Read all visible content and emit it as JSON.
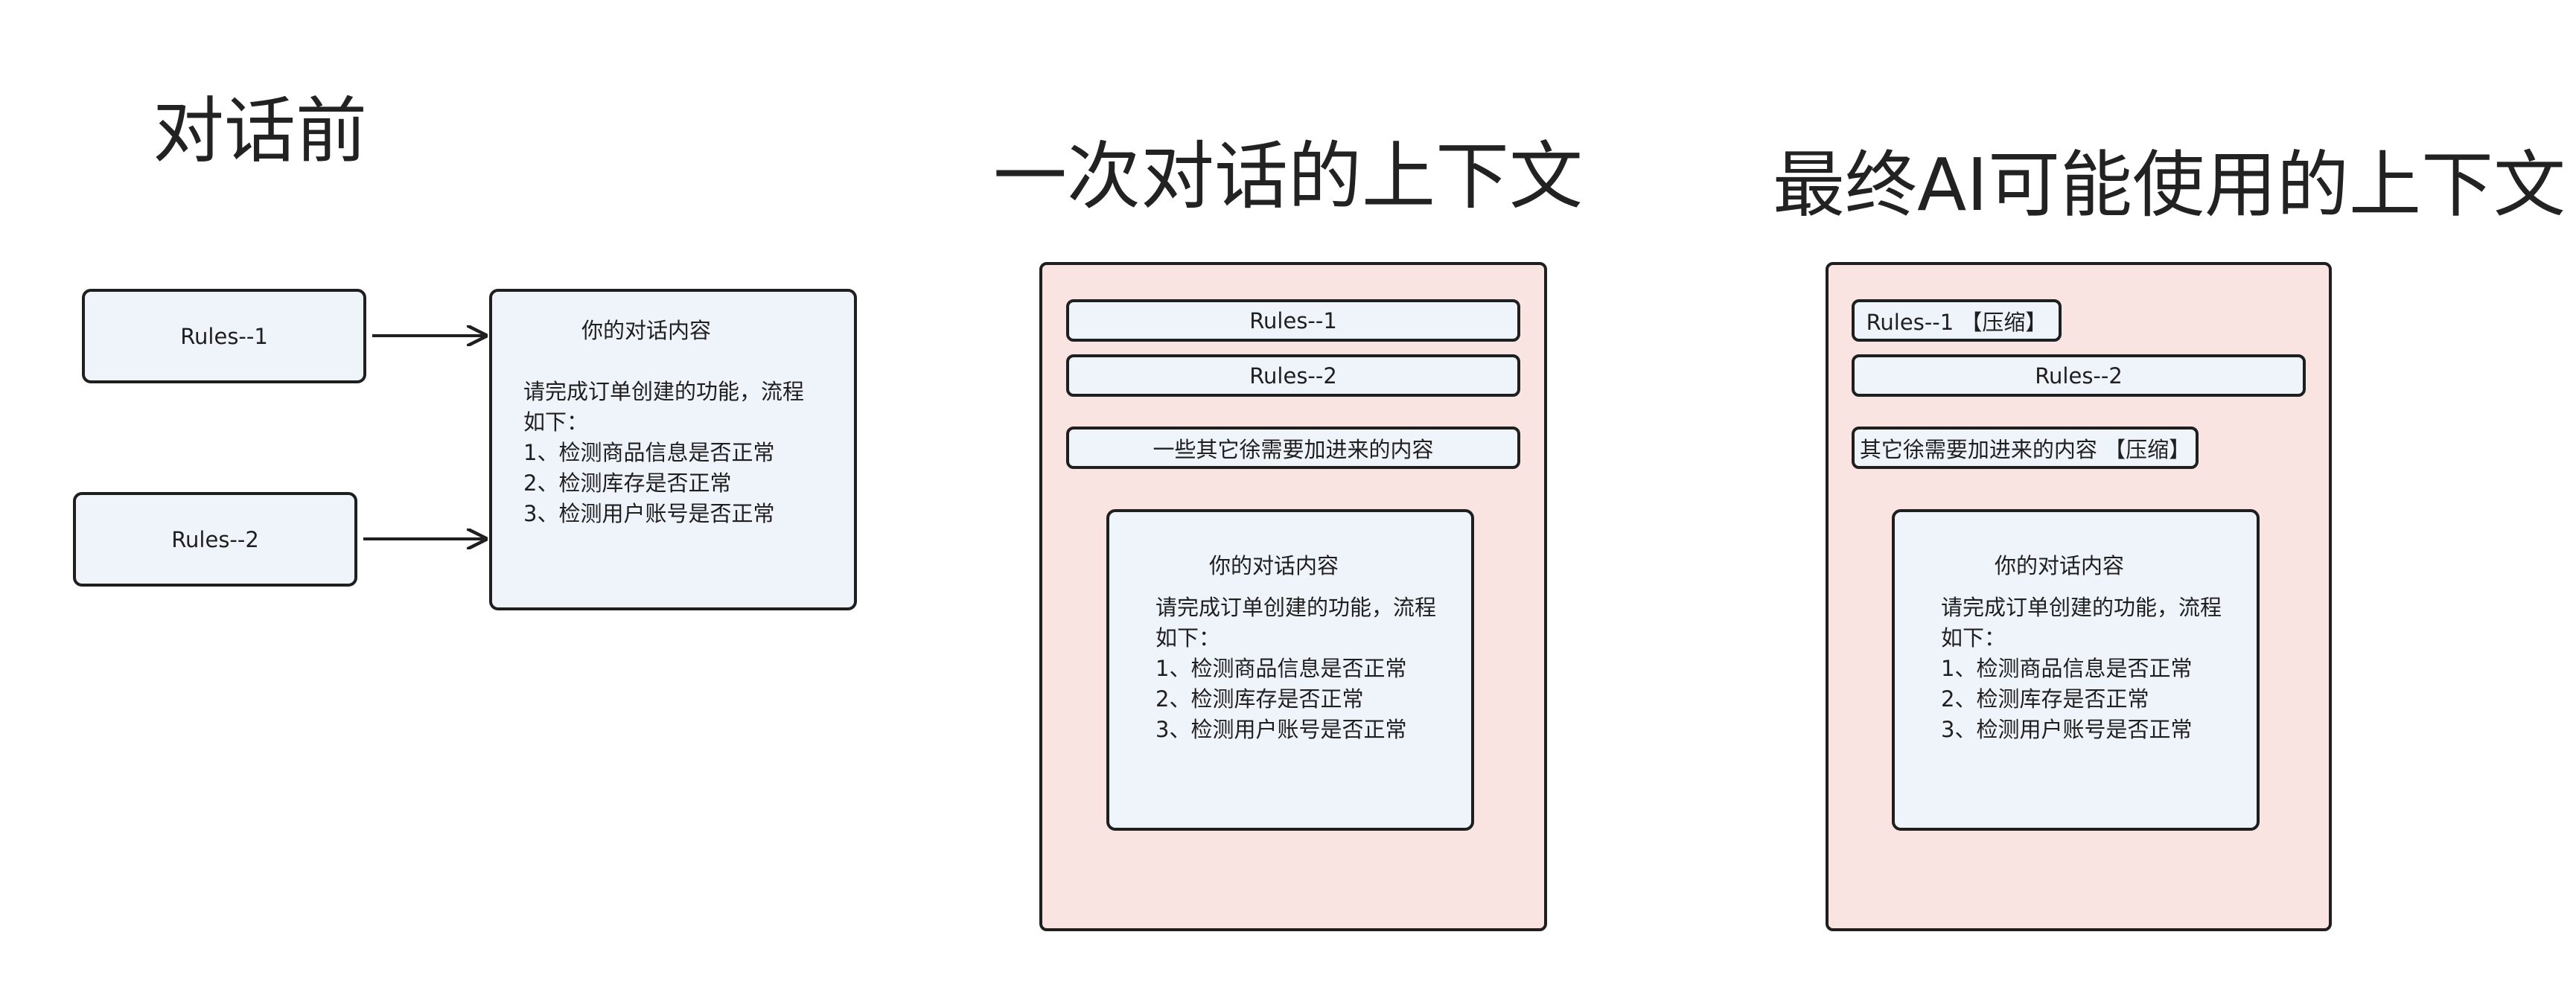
{
  "section_titles": {
    "before": "对话前",
    "one_session": "一次对话的上下文",
    "final": "最终AI可能使用的上下文"
  },
  "rules": {
    "rule1": "Rules--1",
    "rule2": "Rules--2",
    "rule1_compressed": "Rules--1 【压缩】"
  },
  "extra": {
    "full": "一些其它徐需要加进来的内容",
    "compressed": "其它徐需要加进来的内容 【压缩】"
  },
  "conversation": {
    "title": "你的对话内容",
    "lines": [
      "请完成订单创建的功能，流程",
      "如下：",
      "1、检测商品信息是否正常",
      "2、检测库存是否正常",
      "3、检测用户账号是否正常"
    ]
  },
  "colors": {
    "card_fill": "#eff3fa",
    "context_fill": "#fae4e2",
    "stroke": "#1f1f1f"
  }
}
